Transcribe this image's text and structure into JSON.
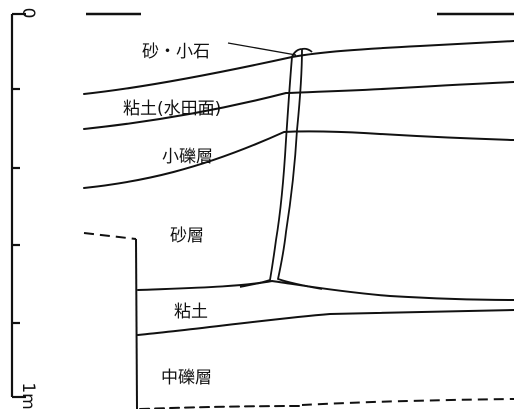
{
  "scale": {
    "top_label": "0",
    "bottom_label": "1m"
  },
  "layers": [
    {
      "label": "砂・小石"
    },
    {
      "label": "粘土(水田面)"
    },
    {
      "label": "小礫層"
    },
    {
      "label": "砂層"
    },
    {
      "label": "粘土"
    },
    {
      "label": "中礫層"
    }
  ]
}
